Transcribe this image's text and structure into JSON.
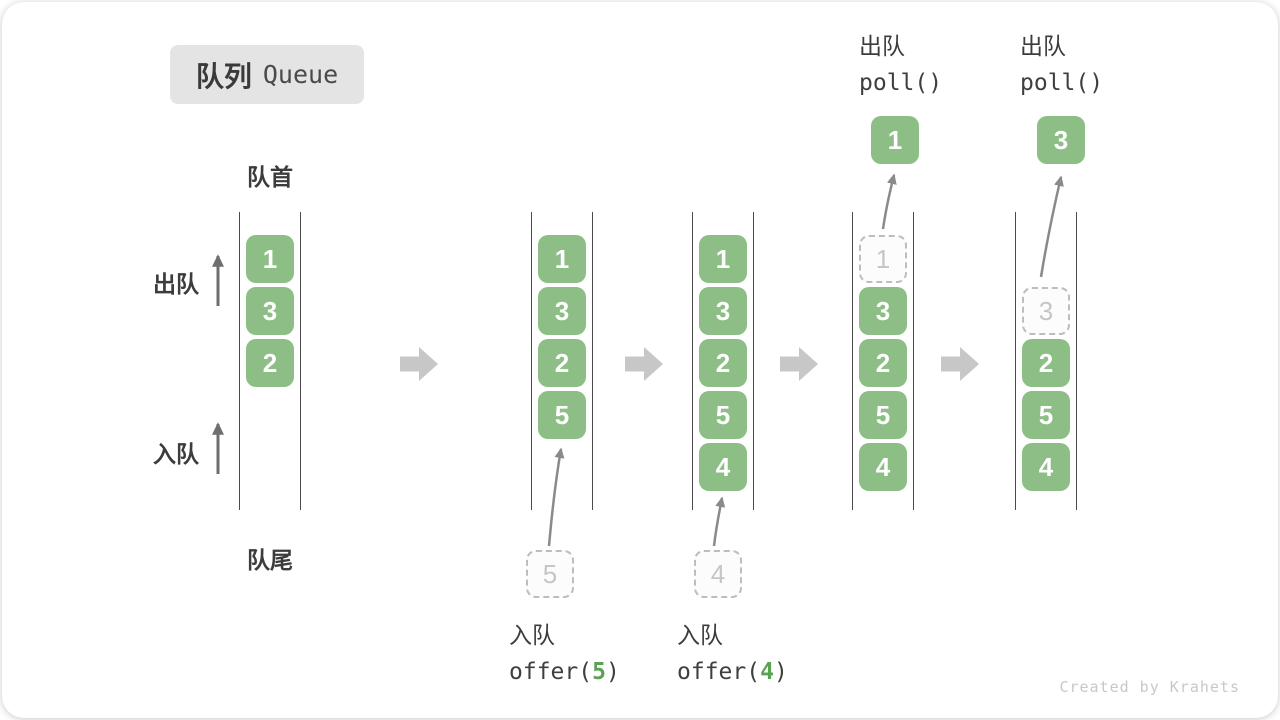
{
  "title_badge": {
    "zh": "队列",
    "en": "Queue"
  },
  "side_labels": {
    "front": "队首",
    "rear": "队尾",
    "dequeue": "出队",
    "enqueue": "入队"
  },
  "queues": [
    {
      "cells": [
        {
          "value": "1"
        },
        {
          "value": "3"
        },
        {
          "value": "2"
        }
      ]
    },
    {
      "cells": [
        {
          "value": "1"
        },
        {
          "value": "3"
        },
        {
          "value": "2"
        },
        {
          "value": "5"
        }
      ],
      "incoming": {
        "value": "5"
      }
    },
    {
      "cells": [
        {
          "value": "1"
        },
        {
          "value": "3"
        },
        {
          "value": "2"
        },
        {
          "value": "5"
        },
        {
          "value": "4"
        }
      ],
      "incoming": {
        "value": "4"
      }
    },
    {
      "cells": [
        {
          "value": "1",
          "ghost": true
        },
        {
          "value": "3"
        },
        {
          "value": "2"
        },
        {
          "value": "5"
        },
        {
          "value": "4"
        }
      ],
      "outgoing": {
        "value": "1"
      }
    },
    {
      "cells": [
        {
          "value": "3",
          "ghost": true
        },
        {
          "value": "2"
        },
        {
          "value": "5"
        },
        {
          "value": "4"
        }
      ],
      "outgoing": {
        "value": "3"
      }
    }
  ],
  "operations": {
    "enqueue_1": {
      "label": "入队",
      "code_pre": "offer(",
      "arg": "5",
      "code_post": ")"
    },
    "enqueue_2": {
      "label": "入队",
      "code_pre": "offer(",
      "arg": "4",
      "code_post": ")"
    },
    "dequeue_1": {
      "label": "出队",
      "code": "poll()"
    },
    "dequeue_2": {
      "label": "出队",
      "code": "poll()"
    }
  },
  "footer": {
    "credit": "Created by Krahets"
  },
  "colors": {
    "box_green": "#8CBE86",
    "code_arg_green": "#5BA353",
    "ghost_gray": "#c6c6c6",
    "wall_gray": "#4a4a4a",
    "arrow_gray": "#8a8a8a",
    "block_arrow_gray": "#c7c7c7",
    "text_dark": "#3c3c3c"
  }
}
